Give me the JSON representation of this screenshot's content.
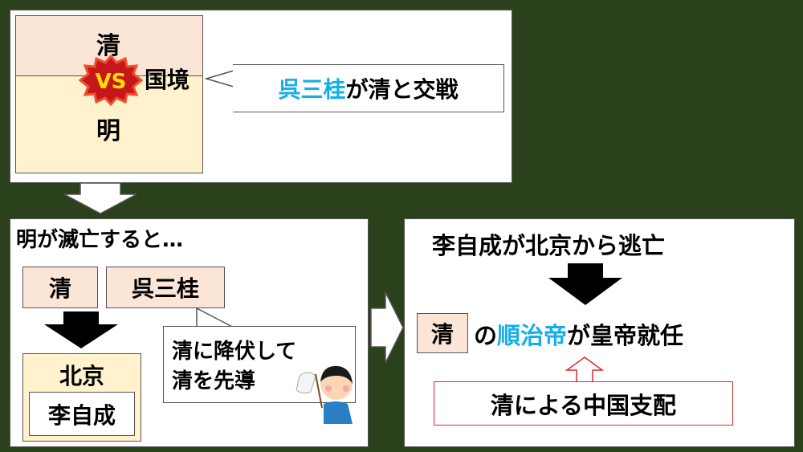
{
  "panel1": {
    "top_label": "清",
    "vs_label": "VS",
    "bottom_label": "明",
    "border_label": "国境",
    "callout": {
      "name": "呉三桂",
      "rest": "が清と交戦"
    }
  },
  "panel2": {
    "title": "明が滅亡すると…",
    "qing": "清",
    "wu": "呉三桂",
    "beijing": "北京",
    "li": "李自成",
    "callout_line1": "清に降伏して",
    "callout_line2": "清を先導"
  },
  "panel3": {
    "title": "李自成が北京から逃亡",
    "qing": "清",
    "no": "の",
    "emperor": "順治帝",
    "rest": "が皇帝就任",
    "result": "清による中国支配"
  },
  "colors": {
    "background": "#2b411c",
    "qing_fill": "#fbe5d6",
    "ming_fill": "#fff2cc",
    "highlight": "#14aee8",
    "red": "#e0282e"
  }
}
